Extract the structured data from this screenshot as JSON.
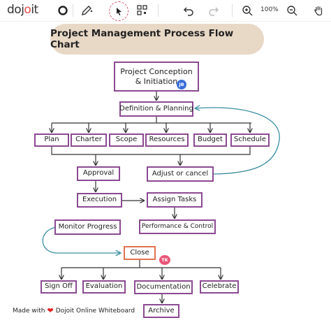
{
  "toolbar": {
    "logo": "dojoit",
    "zoom": "100%",
    "icons": [
      "circle-icon",
      "pen-icon",
      "select-icon",
      "shapes-icon",
      "undo-icon",
      "redo-icon",
      "zoom-in-icon",
      "zoom-out-icon",
      "hand-icon"
    ]
  },
  "diagram": {
    "title": "Project Management Process Flow Chart",
    "nodes": {
      "conception_line1": "Project Conception",
      "conception_line2": "& Initiation",
      "definition": "Definition & Planning",
      "plan": "Plan",
      "charter": "Charter",
      "scope": "Scope",
      "resources": "Resources",
      "budget": "Budget",
      "schedule": "Schedule",
      "approval": "Approval",
      "adjust": "Adjust or cancel",
      "execution": "Execution",
      "assign": "Assign Tasks",
      "monitor": "Monitor Progress",
      "performance": "Performance & Control",
      "close": "Close",
      "signoff": "Sign Off",
      "evaluation": "Evaluation",
      "documentation": "Documentation",
      "celebrate": "Celebrate",
      "archive": "Archive"
    },
    "badges": {
      "jb": "JB",
      "tk": "TK"
    },
    "colors": {
      "node_border": "#8b4a92",
      "close_border": "#e0734f",
      "title_bg": "#e8d8c6",
      "arrow": "#333333",
      "loop_arrow": "#3a8fa0",
      "jb_badge": "#3b6fd8",
      "tk_badge": "#e8587a"
    }
  },
  "footer": {
    "made_with": "Made with",
    "brand": "Dojoit Online Whiteboard"
  }
}
